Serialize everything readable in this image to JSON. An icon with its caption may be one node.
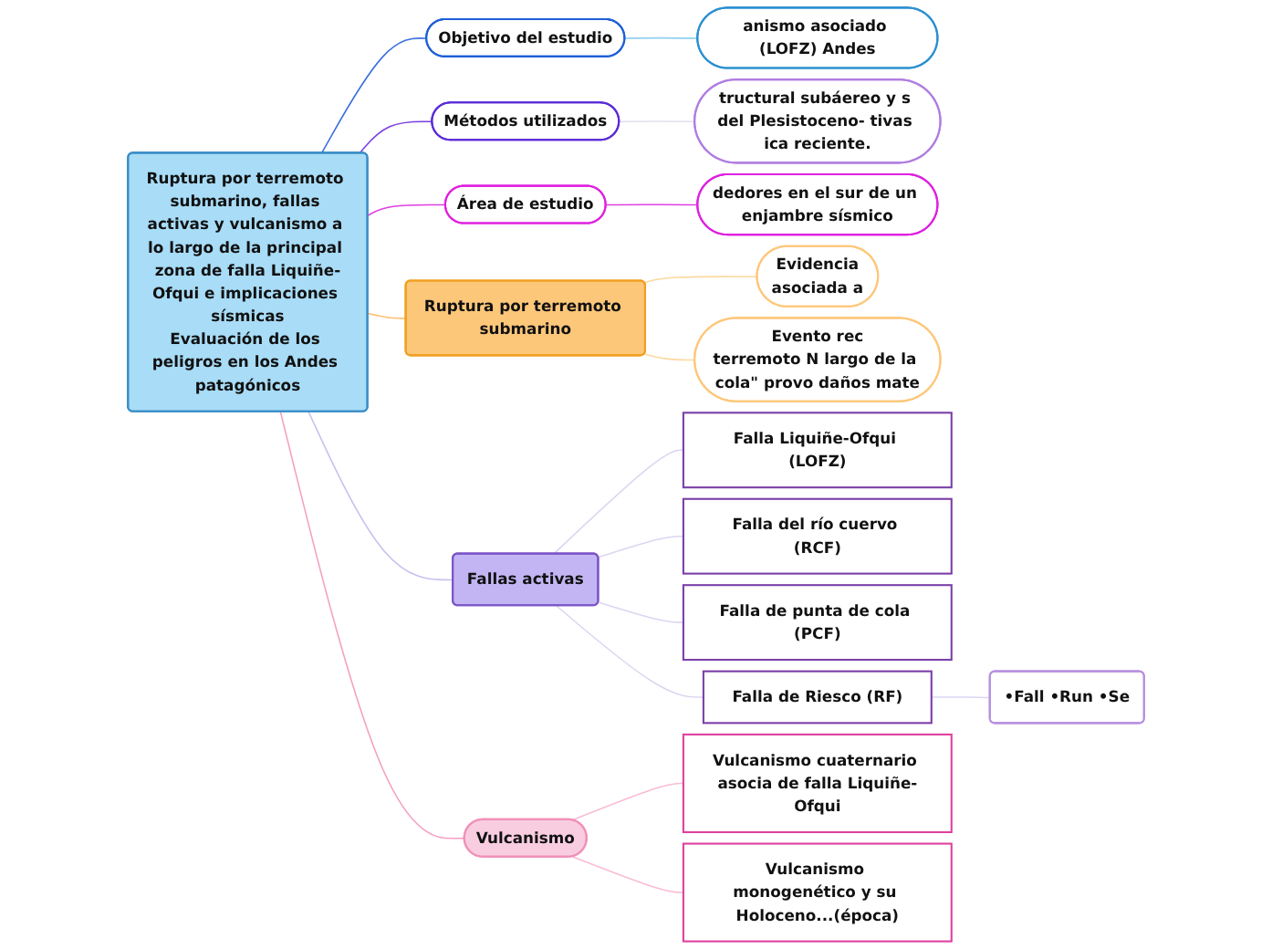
{
  "diagram": {
    "nodes": [
      {
        "text": [
          "Ruptura por terremoto submarino, fallas activas y vulcanismo a lo largo de la principal zona de falla Liquiñe-Ofqui e implicaciones sísmicas",
          "Evaluación de los peligros en los Andes patagónicos"
        ]
      },
      {
        "text": [
          "Objetivo del estudio"
        ]
      },
      {
        "text": [
          "anismo asociado (LOFZ) Andes"
        ]
      },
      {
        "text": [
          "Métodos utilizados"
        ]
      },
      {
        "text": [
          "tructural subáereo y s del Plesistoceno- tivas ica reciente."
        ]
      },
      {
        "text": [
          "Área de estudio"
        ]
      },
      {
        "text": [
          "dedores en el sur de un enjambre sísmico"
        ]
      },
      {
        "text": [
          "Ruptura por terremoto submarino"
        ]
      },
      {
        "text": [
          "Evidencia",
          "asociada a"
        ]
      },
      {
        "text": [
          "Evento rec",
          "terremoto N largo de la cola\" provo daños mate"
        ]
      },
      {
        "text": [
          "Fallas activas"
        ]
      },
      {
        "text": [
          "Falla Liquiñe-Ofqui (LOFZ)"
        ]
      },
      {
        "text": [
          "Falla del río cuervo (RCF)"
        ]
      },
      {
        "text": [
          "Falla de punta de cola (PCF)"
        ]
      },
      {
        "text": [
          "Falla de Riesco (RF)"
        ]
      },
      {
        "text": [
          "•Fall •Run •Se"
        ]
      },
      {
        "text": [
          "Vulcanismo"
        ]
      },
      {
        "text": [
          "Vulcanismo cuaternario asocia de falla Liquiñe-Ofqui"
        ]
      },
      {
        "text": [
          "Vulcanismo monogenético y su Holoceno...(época)"
        ]
      }
    ],
    "edges": [
      {
        "from": 0,
        "to": 1,
        "arrow": "none",
        "color": "#3a6fe0"
      },
      {
        "from": 1,
        "to": 2,
        "arrow": "none",
        "color": "#8fd0f0"
      },
      {
        "from": 0,
        "to": 3,
        "arrow": "none",
        "color": "#7b3fe0"
      },
      {
        "from": 3,
        "to": 4,
        "arrow": "none",
        "color": "#e0e0ee"
      },
      {
        "from": 0,
        "to": 5,
        "arrow": "none",
        "color": "#e040e0"
      },
      {
        "from": 5,
        "to": 6,
        "arrow": "none",
        "color": "#e040e0"
      },
      {
        "from": 0,
        "to": 7,
        "arrow": "none",
        "color": "#fcc070"
      },
      {
        "from": 7,
        "to": 8,
        "arrow": "none",
        "color": "#fcd9a0"
      },
      {
        "from": 7,
        "to": 9,
        "arrow": "none",
        "color": "#fcd9a0"
      },
      {
        "from": 0,
        "to": 10,
        "arrow": "none",
        "color": "#c8c0ee"
      },
      {
        "from": 10,
        "to": 11,
        "arrow": "none",
        "color": "#dcd6f2"
      },
      {
        "from": 10,
        "to": 12,
        "arrow": "none",
        "color": "#dcd6f2"
      },
      {
        "from": 10,
        "to": 13,
        "arrow": "none",
        "color": "#dcd6f2"
      },
      {
        "from": 10,
        "to": 14,
        "arrow": "none",
        "color": "#dcd6f2"
      },
      {
        "from": 14,
        "to": 15,
        "arrow": "none",
        "color": "#dcd6f2"
      },
      {
        "from": 0,
        "to": 16,
        "arrow": "none",
        "color": "#f4a0c4"
      },
      {
        "from": 16,
        "to": 17,
        "arrow": "none",
        "color": "#f8bcd6"
      },
      {
        "from": 16,
        "to": 18,
        "arrow": "none",
        "color": "#f8bcd6"
      }
    ]
  }
}
